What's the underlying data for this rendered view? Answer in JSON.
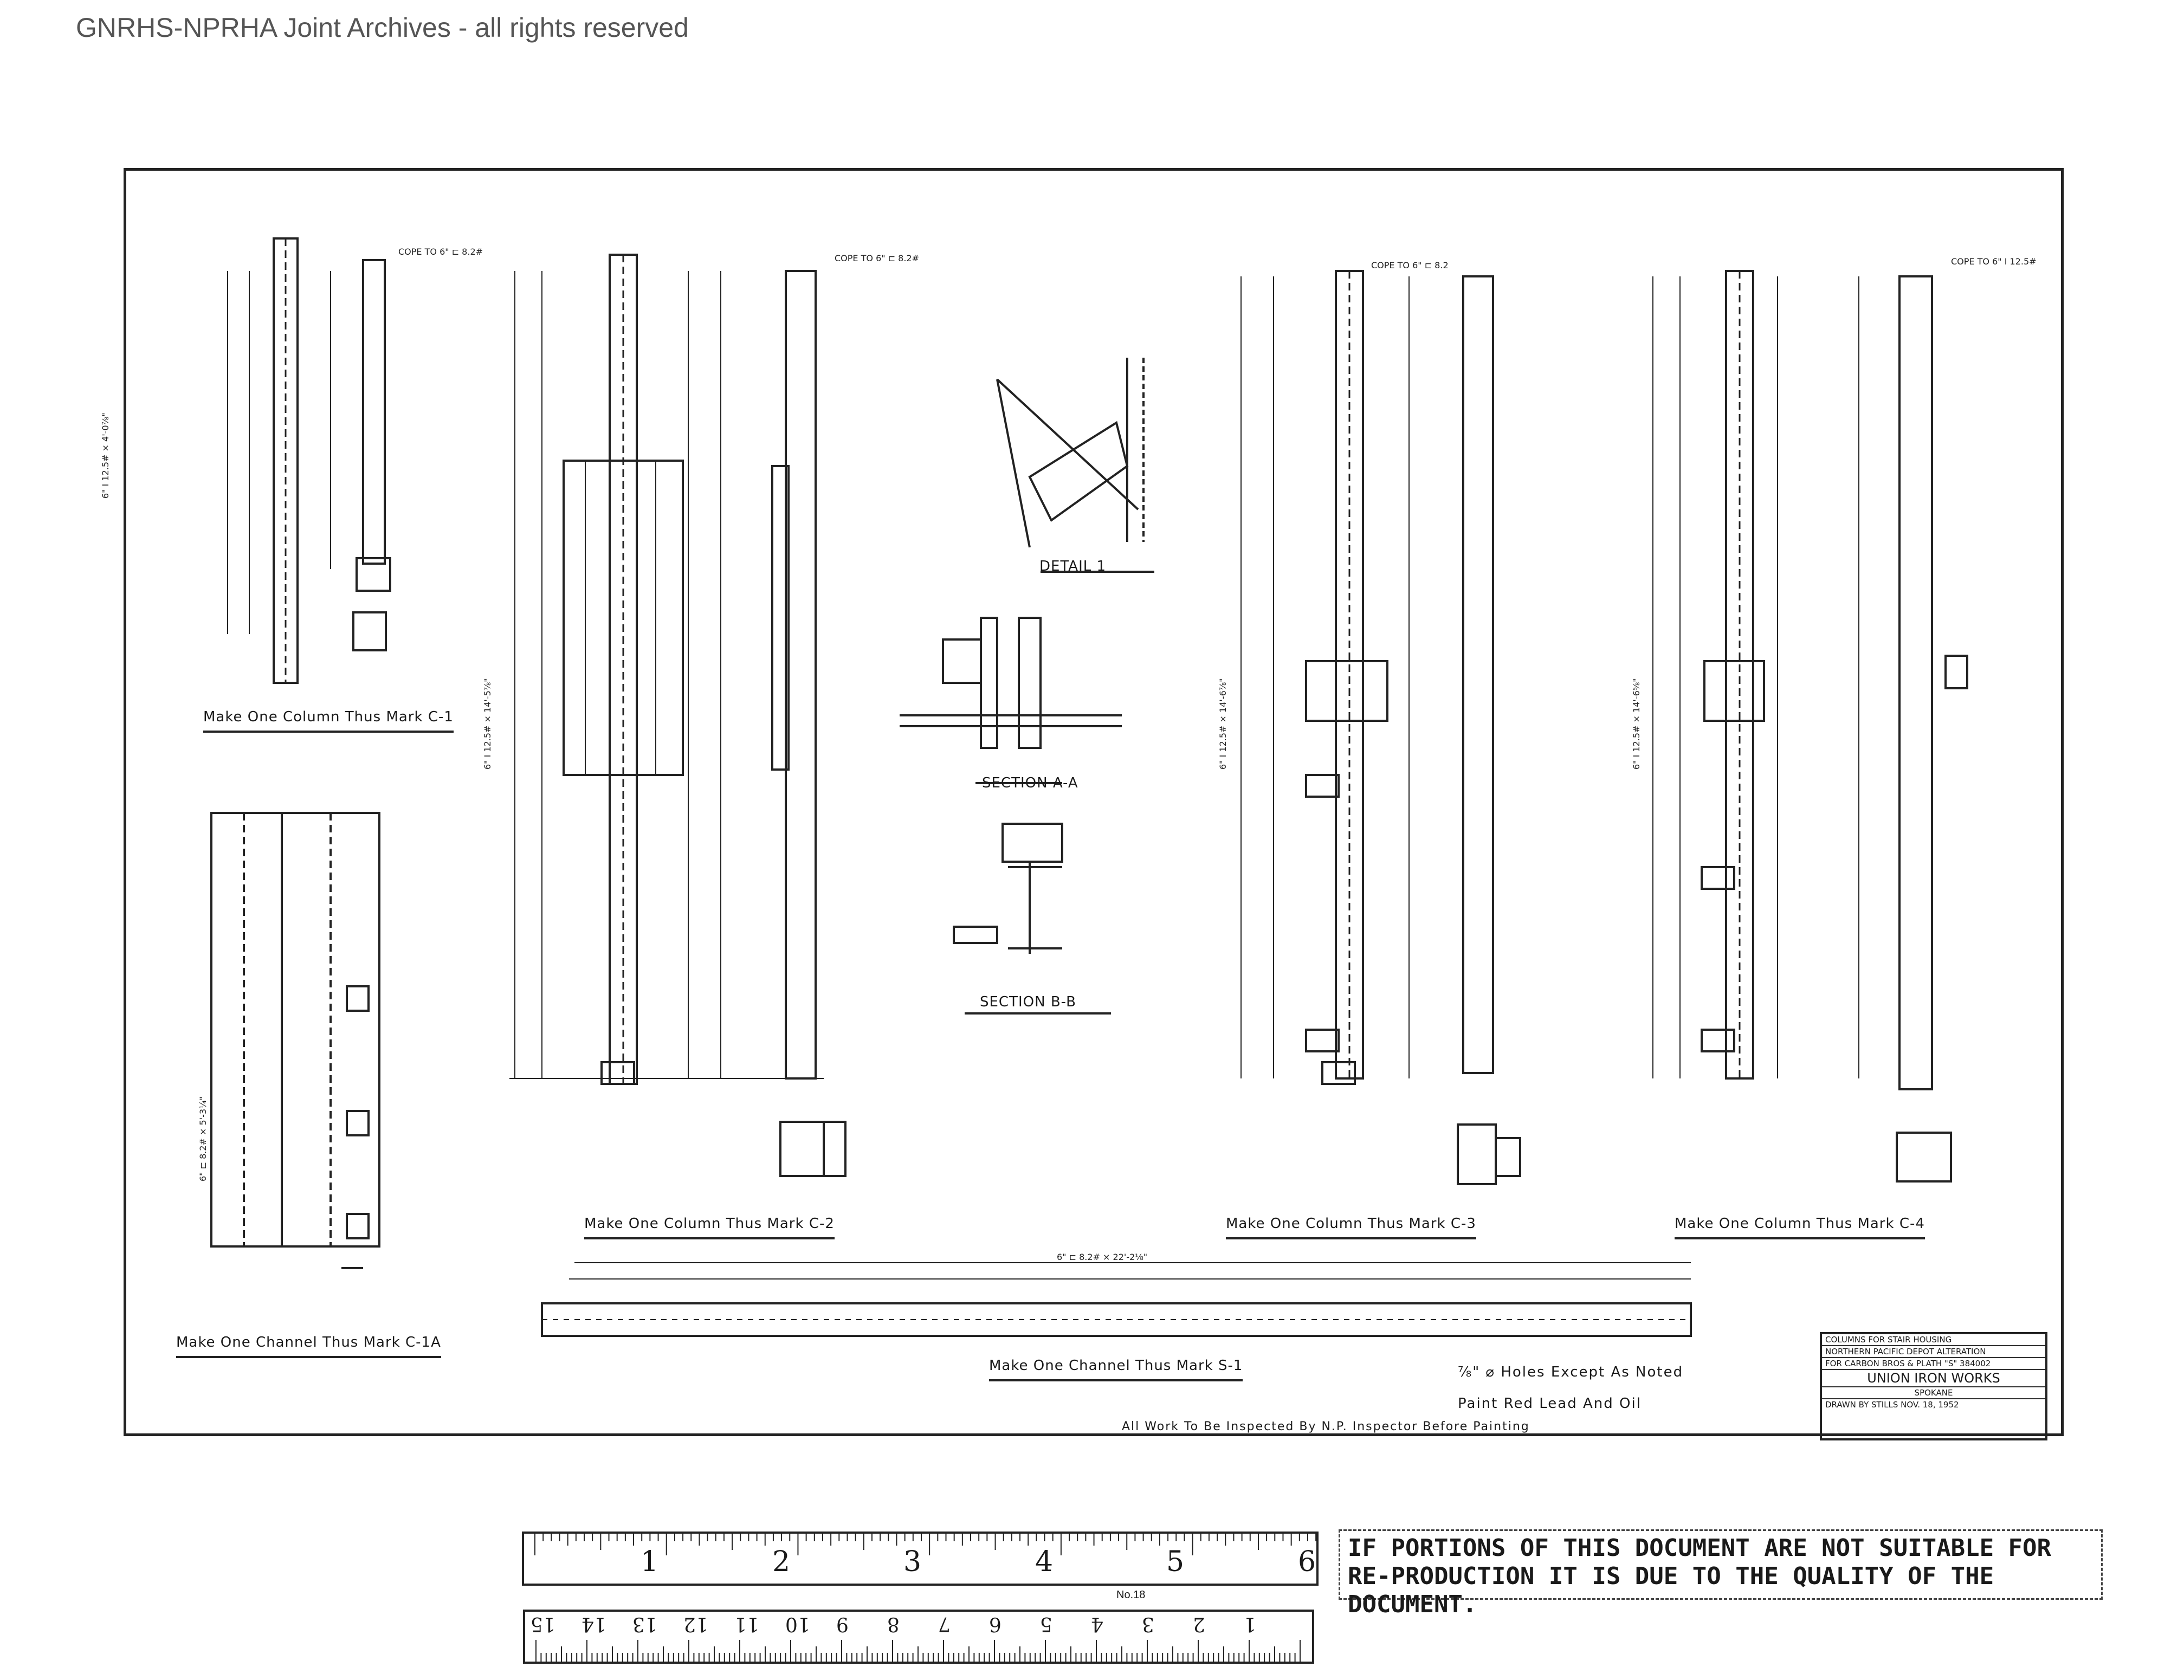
{
  "watermark": "GNRHS-NPRHA Joint Archives - all rights reserved",
  "captions": {
    "c1": "Make One Column Thus Mark C-1",
    "c1a": "Make One Channel Thus Mark C-1A",
    "c2": "Make One Column Thus Mark C-2",
    "c3": "Make One Column Thus Mark C-3",
    "c4": "Make One Column Thus Mark C-4",
    "s1": "Make One Channel Thus Mark S-1"
  },
  "details": {
    "detail1": "DETAIL 1",
    "section_aa": "SECTION A-A",
    "section_bb": "SECTION B-B"
  },
  "notes": {
    "holes": "⅞\" ⌀ Holes Except As Noted",
    "paint": "Paint Red Lead And Oil",
    "inspect": "All Work To Be Inspected By N.P. Inspector Before Painting",
    "s1_length": "6\" ⊏ 8.2# × 22'-2⅛\""
  },
  "member_labels": {
    "c1_col": "6\" I 12.5# × 4'-0⅞\"",
    "c1a_chan": "6\" ⊏ 8.2# × 5'-3¼\"",
    "c2_col": "6\" I 12.5# × 14'-5⅞\"",
    "c3_col": "6\" I 12.5# × 14'-6⅞\"",
    "c4_col": "6\" I 12.5# × 14'-6⅝\"",
    "cope_c1": "COPE TO 6\" ⊏ 8.2#",
    "cope_c2": "COPE TO 6\" ⊏ 8.2#",
    "cope_c3": "COPE TO 6\" ⊏ 8.2",
    "cope_c4": "COPE TO 6\" I 12.5#"
  },
  "title_block": {
    "line1": "COLUMNS FOR STAIR HOUSING",
    "line2": "NORTHERN PACIFIC DEPOT ALTERATION",
    "line3": "FOR CARBON BROS & PLATH  \"S\" 384002",
    "line4": "UNION IRON WORKS",
    "line5": "SPOKANE",
    "line6": "DRAWN BY STILLS    NOV. 18, 1952"
  },
  "ruler": {
    "inches": [
      "1",
      "2",
      "3",
      "4",
      "5",
      "6"
    ],
    "cm": [
      "1",
      "2",
      "3",
      "4",
      "5",
      "6",
      "7",
      "8",
      "9",
      "10",
      "11",
      "12",
      "13",
      "14",
      "15"
    ],
    "maker": "No.18"
  },
  "notice": "IF PORTIONS OF THIS DOCUMENT ARE NOT SUITABLE FOR RE-PRODUCTION IT IS DUE TO THE QUALITY OF THE DOCUMENT.",
  "colors": {
    "ink": "#1a1a1a",
    "paper": "#ffffff",
    "watermark": "#555555"
  }
}
